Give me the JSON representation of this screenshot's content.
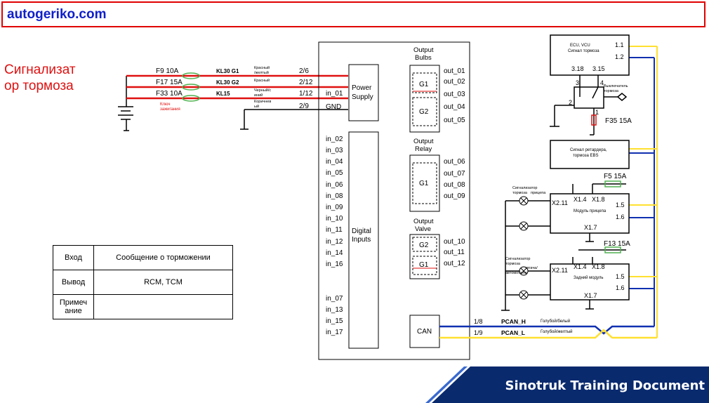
{
  "site": {
    "name": "autogeriko.com"
  },
  "title": {
    "line1": "Сигнализат",
    "line2": "ор тормоза"
  },
  "fuses_left": {
    "f9": "F9 10A",
    "f17": "F17 15A",
    "f33": "F33 10A",
    "key": "Ключ",
    "key2": "зажигания",
    "kl30g1": "KL30 G1",
    "kl30g2": "KL30 G2",
    "kl15": "KL15",
    "w1a": "Красный",
    "w1b": "/желтый",
    "w2": "Красный",
    "w3a": "Черный/с",
    "w3b": "иний",
    "w4a": "Коричнев",
    "w4b": "ый",
    "p26": "2/6",
    "p212": "2/12",
    "p112": "1/12",
    "p29": "2/9"
  },
  "module": {
    "power": "Power",
    "supply": "Supply",
    "in01": "in_01",
    "gnd": "GND",
    "dig1": "Digital",
    "dig2": "Inputs",
    "inputs_a": [
      "in_02",
      "in_03",
      "in_04",
      "in_05",
      "in_06",
      "in_08",
      "in_09",
      "in_10",
      "in_11",
      "in_12",
      "in_14",
      "in_16"
    ],
    "inputs_b": [
      "in_07",
      "in_13",
      "in_15",
      "in_17"
    ],
    "ob1": "Output",
    "ob2": "Bulbs",
    "orl1": "Output",
    "orl2": "Relay",
    "ov1": "Output",
    "ov2": "Valve",
    "g1": "G1",
    "g2": "G2",
    "bulbs_out": [
      "out_01",
      "out_02",
      "out_03",
      "out_04",
      "out_05"
    ],
    "relay_out": [
      "out_06",
      "out_07",
      "out_08",
      "out_09"
    ],
    "valve_out": [
      "out_10",
      "out_11",
      "out_12"
    ],
    "can": "CAN"
  },
  "can_bus": {
    "p18": "1/8",
    "p19": "1/9",
    "h": "PCAN_H",
    "l": "PCAN_L",
    "ch": "Голубой/белый",
    "cl": "Голубой/желтый"
  },
  "right": {
    "ecu1": "ECU, VCU",
    "ecu2": "Сигнал тормоза",
    "e11": "1.1",
    "e12": "1.2",
    "e318": "3.18",
    "e315": "3.15",
    "sw1": "Выключатель",
    "sw2": "тормоза",
    "r3": "3",
    "r4": "4",
    "r2": "2",
    "r1": "1",
    "f35": "F35 15A",
    "ret1": "Сигнал ретардера,",
    "ret2": "тормоза EBS",
    "f5": "F5 15A",
    "fm1": "Модуль прицепа",
    "x14": "X1.4",
    "x18": "X1.8",
    "x211": "X2.11",
    "p15": "1.5",
    "p16": "1.6",
    "x17": "X1.7",
    "lamp_a1": "Сигнализатор",
    "lamp_a2": "тормоза",
    "lamp_a3": "прицепа",
    "f13": "F13 15A",
    "lamp_b1": "Сигнализатор",
    "lamp_b2": "тормоза",
    "lamp_b3": "тягача/",
    "lamp_b4": "автомобиля",
    "rm1": "Задний модуль"
  },
  "table": {
    "rows": [
      {
        "k": "Вход",
        "v": "Сообщение о торможении"
      },
      {
        "k": "Вывод",
        "v": "RCM, TCM"
      },
      {
        "k": "Примеч",
        "k2": "ание",
        "v": ""
      }
    ]
  },
  "footer": {
    "text": "Sinotruk Training Document"
  },
  "colors": {
    "red_wire": "#e01010",
    "yellow_wire": "#ffe030",
    "blue_wire": "#1030b0",
    "green": "#50b050",
    "footer_bg": "#0a2a6e"
  }
}
